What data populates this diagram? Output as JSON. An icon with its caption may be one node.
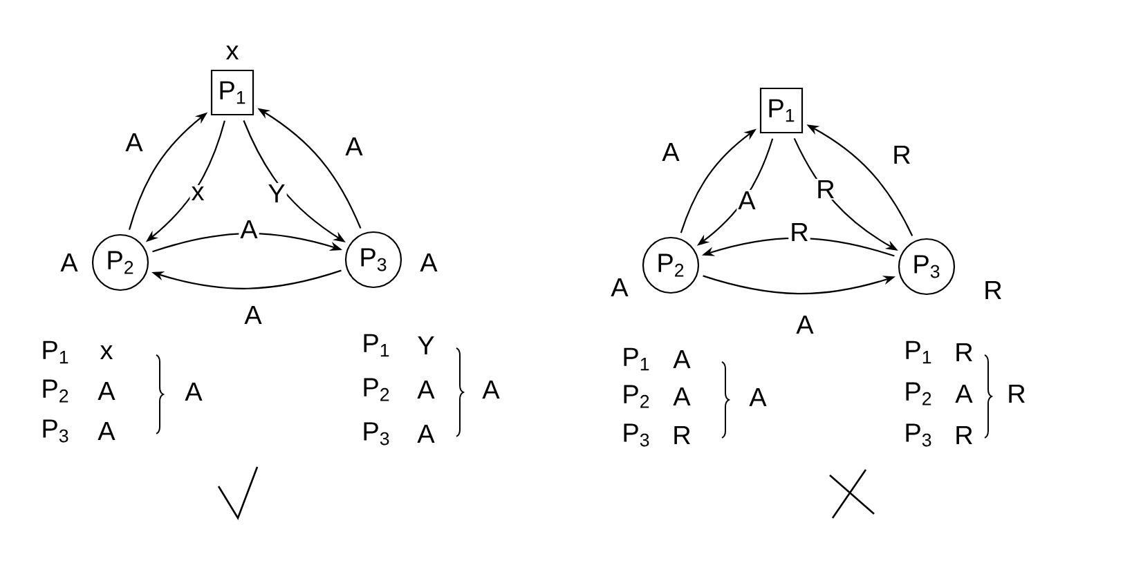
{
  "diagram": {
    "nodes": [
      {
        "text": [
          "P$_{1}$"
        ],
        "beside": [
          "x"
        ]
      },
      {
        "text": [
          "P$_{2}$"
        ],
        "beside": [
          "A"
        ]
      },
      {
        "text": [
          "P$_{3}$"
        ],
        "beside": [
          "A"
        ]
      },
      {
        "text": [
          "P$_{1}$"
        ]
      },
      {
        "text": [
          "P$_{2}$"
        ],
        "beside": [
          "A"
        ]
      },
      {
        "text": [
          "P$_{3}$"
        ],
        "beside": [
          "R"
        ]
      }
    ],
    "edges": [
      {
        "from": 1,
        "to": 0,
        "arrow": "to",
        "label": "A"
      },
      {
        "from": 0,
        "to": 1,
        "arrow": "to",
        "label": "x"
      },
      {
        "from": 0,
        "to": 2,
        "arrow": "to",
        "label": "Y"
      },
      {
        "from": 2,
        "to": 0,
        "arrow": "to",
        "label": "A"
      },
      {
        "from": 1,
        "to": 2,
        "arrow": "to",
        "label": "A"
      },
      {
        "from": 2,
        "to": 1,
        "arrow": "to",
        "label": "A"
      },
      {
        "from": 4,
        "to": 3,
        "arrow": "to",
        "label": "A"
      },
      {
        "from": 3,
        "to": 4,
        "arrow": "to",
        "label": "A"
      },
      {
        "from": 3,
        "to": 5,
        "arrow": "to",
        "label": "R"
      },
      {
        "from": 5,
        "to": 3,
        "arrow": "to",
        "label": "R"
      },
      {
        "from": 5,
        "to": 4,
        "arrow": "to",
        "label": "R"
      },
      {
        "from": 4,
        "to": 5,
        "arrow": "to",
        "label": "A"
      }
    ],
    "labels": [
      "P$_{1}$",
      "x",
      "P$_{2}$",
      "A",
      "P$_{3}$",
      "A",
      "A",
      "P$_{1}$",
      "Y",
      "P$_{2}$",
      "A",
      "P$_{3}$",
      "A",
      "A",
      "P$_{1}$",
      "A",
      "P$_{2}$",
      "A",
      "P$_{3}$",
      "R",
      "A",
      "P$_{1}$",
      "R",
      "P$_{2}$",
      "A",
      "P$_{3}$",
      "R",
      "R"
    ]
  }
}
